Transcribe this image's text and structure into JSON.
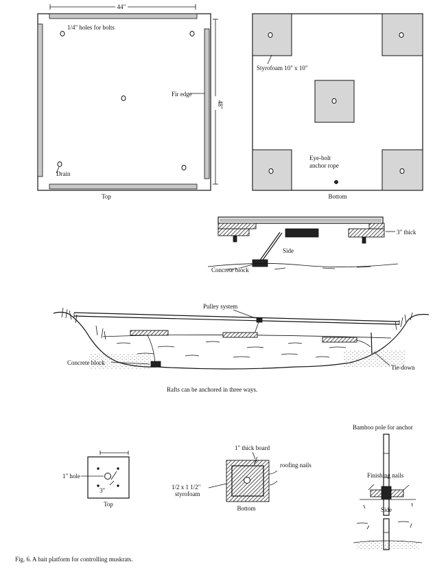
{
  "top_view": {
    "width_label": "44\"",
    "length_label": "48\"",
    "holes_label": "1/4\" holes for bolts",
    "fir_edge_label": "Fir edge",
    "drain_label": "Drain",
    "caption": "Top"
  },
  "bottom_view": {
    "styrofoam_label": "Styrofoam 10\" x 10\"",
    "eyebolt_label_line1": "Eye-bolt",
    "eyebolt_label_line2": "anchor rope",
    "caption": "Bottom"
  },
  "side_view": {
    "thickness_label": "3\" thick",
    "caption": "Side",
    "block_label": "Concrete block"
  },
  "anchor_scene": {
    "pulley_label": "Pulley system",
    "block_label": "Concrete block",
    "tiedown_label": "Tie-down",
    "caption": "Rafts can be anchored in three ways."
  },
  "small_platform": {
    "hole_label": "1\" hole",
    "dimension_label": "3\"",
    "top_caption": "Top",
    "board_label": "1\" thick board",
    "nails_label": "roofing nails",
    "foam_label_line1": "1/2 x 1 1/2\"",
    "foam_label_line2": "styrofoam",
    "bottom_caption": "Bottom",
    "bamboo_label": "Bamboo pole for anchor",
    "finishing_label": "Finishing nails",
    "side_caption": "Side"
  },
  "figure_caption": "Fig. 6. A bait platform for controlling muskrats.",
  "colors": {
    "ink": "#111111",
    "fill_gray": "#d6d6d6",
    "paper": "#ffffff"
  }
}
